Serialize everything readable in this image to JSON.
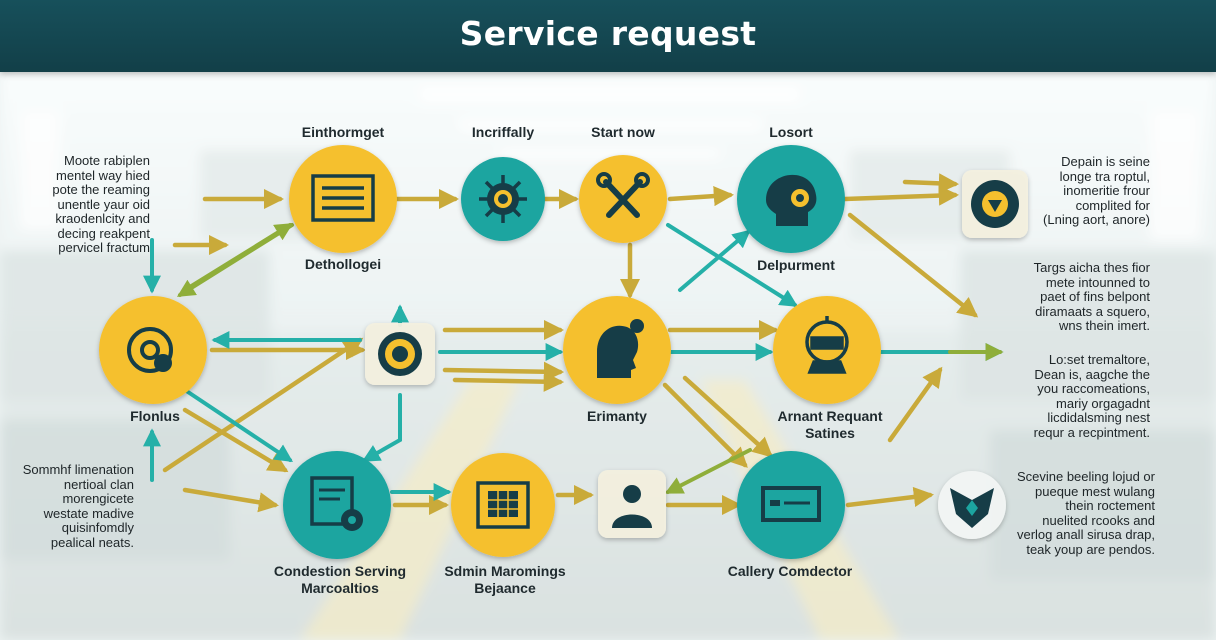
{
  "header": {
    "title": "Service request"
  },
  "nodes": {
    "enthormoget": {
      "label": "Einthormget",
      "label_lines": [
        "Einthormget"
      ]
    },
    "incrifally": {
      "label_lines": [
        "Incriffally"
      ]
    },
    "start_now": {
      "label_lines": [
        "Start now"
      ]
    },
    "losort": {
      "label_lines": [
        "Losort"
      ]
    },
    "dethollogei": {
      "label_lines": [
        "Dethollogei"
      ]
    },
    "delpurment": {
      "label_lines": [
        "Delpurment"
      ]
    },
    "flonlus": {
      "label_lines": [
        "Flonlus"
      ]
    },
    "erimanty": {
      "label_lines": [
        "Erimanty"
      ]
    },
    "arnant": {
      "label_lines": [
        "Arnant Requant",
        "Satines"
      ]
    },
    "condestion": {
      "label_lines": [
        "Condestion Serving",
        "Marcoaltios"
      ]
    },
    "sdmin": {
      "label_lines": [
        "Sdmin Maromings",
        "Bejaance"
      ]
    },
    "callery": {
      "label_lines": [
        "Callery Comdector"
      ]
    }
  },
  "notes": {
    "left_top": [
      "Moote rabiplen",
      "mentel way hied",
      "pote the reaming",
      "unentle yaur oid",
      "kraodenlcity and",
      "decing reakpent",
      "pervicel fractum"
    ],
    "left_bottom": [
      "Sommhf limenation",
      "nertioal clan",
      "morengicete",
      "westate madive",
      "quisinfomdly",
      "pealical neats."
    ],
    "right_1": [
      "Depain is seine",
      "longe tra roptul,",
      "inomeritie frour",
      "complited for",
      "(Lning aort, anore)"
    ],
    "right_2": [
      "Targs aicha thes fior",
      "mete intounned to",
      "paet of fins belpont",
      "diramaats a squero,",
      "wns thein imert."
    ],
    "right_3": [
      "Lo:set tremaltore,",
      "Dean is, aagche the",
      "you raccomeations,",
      "mariy orgagadnt",
      "licdidalsming nest",
      "requr a recpintment."
    ],
    "right_4": [
      "Scevine beeling lojud or",
      "pueque mest wulang",
      "thein roctement",
      "nuelited rcooks and",
      "verlog anall sirusa drap,",
      "teak youp are pendos."
    ]
  },
  "icons": {
    "enthormoget": "document-list-icon",
    "incrifally": "virus-gear-icon",
    "start_now": "wrench-tools-icon",
    "losort": "head-gear-icon",
    "output_top": "shield-gear-icon",
    "flonlus": "disc-icon",
    "gear_badge": "bug-gear-icon",
    "erimanty": "person-profile-icon",
    "arnant": "robot-head-icon",
    "output_mid": "arrow-right-icon",
    "condestion": "clipboard-gear-icon",
    "sdmin": "calendar-grid-icon",
    "person_badge": "person-silhouette-icon",
    "callery": "computer-screen-icon",
    "output_bottom": "shield-badge-icon"
  },
  "colors": {
    "header": "#17505b",
    "yellow": "#f5c02e",
    "teal": "#1aa5a0",
    "dark_icon": "#163d47",
    "arrow_gold": "#c9aa3a",
    "arrow_teal": "#25b0a8",
    "arrow_green": "#8fae3a"
  }
}
